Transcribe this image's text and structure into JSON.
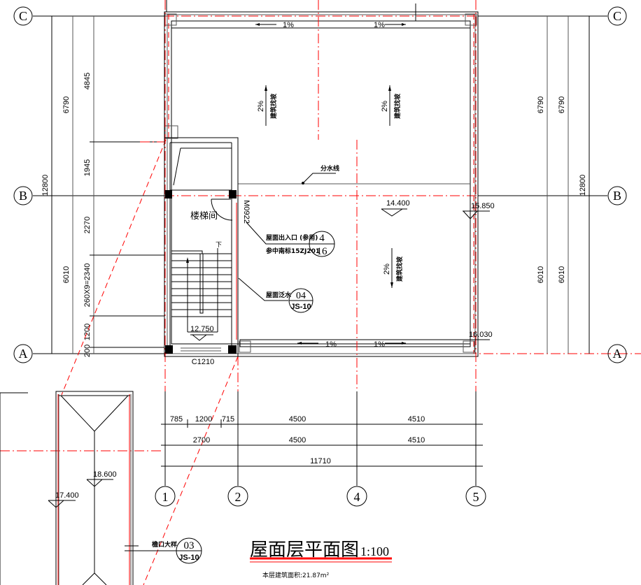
{
  "drawing": {
    "title": "屋面层平面图",
    "scale": "1:100",
    "area_note": "本层建筑面积:21.87m²",
    "accent_color": "#ff0000"
  },
  "axes": {
    "rows": [
      "C",
      "B",
      "A"
    ],
    "columns": [
      "1",
      "2",
      "4",
      "5"
    ]
  },
  "dims_left": {
    "total": "12800",
    "upper": "6790",
    "lower": "6010",
    "details": [
      "4845",
      "1945",
      "2270",
      "260X9=2340",
      "1200",
      "200"
    ]
  },
  "dims_right": {
    "total": "12800",
    "upper": [
      "6790",
      "6790"
    ],
    "lower": [
      "6010",
      "6010"
    ]
  },
  "dims_bottom": {
    "row1": [
      "785",
      "1200",
      "715",
      "4500",
      "4510"
    ],
    "row2": [
      "2700",
      "4500",
      "4510"
    ],
    "total": "11710"
  },
  "rooms": {
    "stair": "楼梯间",
    "down": "下",
    "door": "M0922",
    "window": "C1210"
  },
  "slopes": {
    "roof_pct": "2%",
    "roof_note": "建筑找坡",
    "gutter_pct": "1%"
  },
  "ridge": "分水线",
  "elevations": [
    "14.400",
    "15.850",
    "16.030",
    "12.750",
    "18.600",
    "17.400"
  ],
  "callouts": [
    {
      "label": "屋面出入口 (参用)",
      "sub": "参中南标15ZJ201",
      "top": "4",
      "bottom": "16"
    },
    {
      "label": "屋面泛水",
      "top": "04",
      "bottom": "JS-10"
    },
    {
      "label": "檐口大样",
      "top": "03",
      "bottom": "JS-10"
    }
  ]
}
